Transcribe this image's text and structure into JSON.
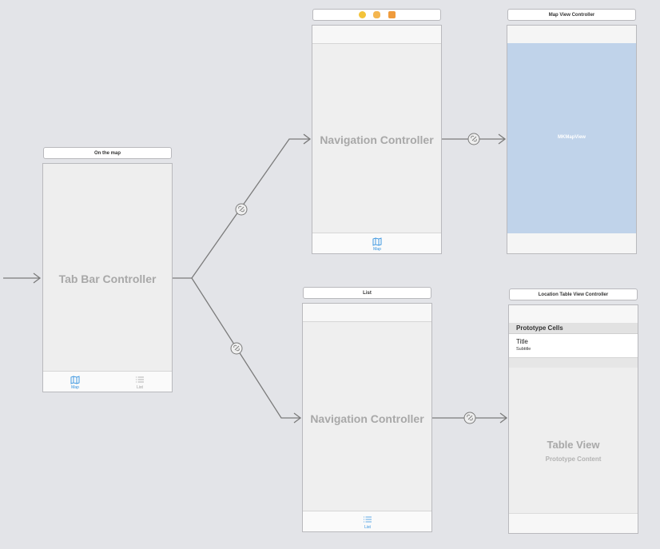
{
  "colors": {
    "canvas": "#e3e4e8",
    "accent": "#2e8fde",
    "map_fill": "#c0d3ea",
    "segue_line": "#7b7b7b"
  },
  "tab_bar_scene": {
    "title": "On the map",
    "label": "Tab Bar Controller",
    "tabs": [
      {
        "label": "Map",
        "icon": "map-icon",
        "selected": true
      },
      {
        "label": "List",
        "icon": "list-icon",
        "selected": false
      }
    ]
  },
  "nav_top_scene": {
    "dock_icons": [
      "first-responder-icon",
      "view-controller-icon",
      "exit-icon"
    ],
    "label": "Navigation Controller",
    "tab": {
      "label": "Map",
      "icon": "map-icon"
    }
  },
  "map_scene": {
    "title": "Map View Controller",
    "map_label": "MKMapView"
  },
  "nav_bottom_scene": {
    "title": "List",
    "label": "Navigation Controller",
    "tab": {
      "label": "List",
      "icon": "list-icon"
    }
  },
  "table_scene": {
    "title": "Location Table View Controller",
    "prototype_header": "Prototype Cells",
    "cell_title": "Title",
    "cell_subtitle": "Subtitle",
    "table_label": "Table View",
    "table_sublabel": "Prototype Content"
  }
}
